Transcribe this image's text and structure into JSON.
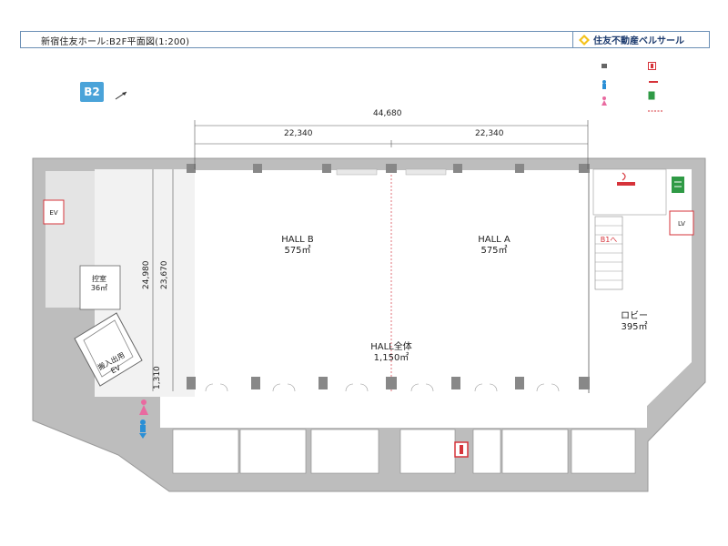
{
  "header": {
    "title": "新宿住友ホール:B2F平面図(1:200)",
    "brand": "住友不動産ベルサール"
  },
  "floor_badge": "B2",
  "dimensions": {
    "total_width": "44,680",
    "left_width": "22,340",
    "right_width": "22,340",
    "height_inner": "24,980",
    "height_outer": "23,670",
    "small": "1,310"
  },
  "rooms": {
    "hall_b_name": "HALL B",
    "hall_b_area": "575㎡",
    "hall_a_name": "HALL A",
    "hall_a_area": "575㎡",
    "hall_all_name": "HALL全体",
    "hall_all_area": "1,150㎡",
    "lobby_name": "ロビー",
    "lobby_area": "395㎡",
    "control_room_name": "控室",
    "control_room_area": "36㎡",
    "freight_ev": "搬入出用",
    "freight_ev2": "EV",
    "ev": "EV",
    "lv": "LV",
    "b1_stairs": "B1へ"
  },
  "colors": {
    "wall": "#b9b9b9",
    "wall_dark": "#8f8f8f",
    "accent_red": "#d6333a",
    "green": "#2f9a45",
    "blue": "#2a8fd6",
    "pink": "#e96aa0",
    "badge": "#4aa3d9"
  }
}
